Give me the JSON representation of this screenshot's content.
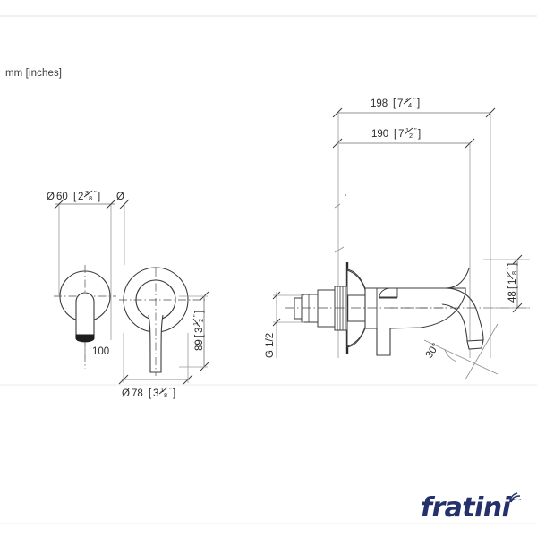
{
  "sheet": {
    "unit_label": "mm [inches]",
    "background_color": "#ffffff",
    "line_color": "#3c3c3c",
    "thin_line_color": "#8d8d8d",
    "text_color": "#2b2b2b"
  },
  "brand": {
    "name": "fratini",
    "color": "#24316a"
  },
  "front_view": {
    "name": "front-view",
    "spout_escutcheon_diameter": {
      "label": "Ø60 [2⅜\"]",
      "metric": "60",
      "prefix": "Ø",
      "imperial_whole": "2",
      "imperial_num": "3",
      "imperial_den": "8",
      "imperial": "2 3/8\""
    },
    "handle_escutcheon_diameter": {
      "label": "Ø78 [3⅛\"]",
      "metric": "78",
      "prefix": "Ø",
      "imperial_whole": "3",
      "imperial_num": "1",
      "imperial_den": "8",
      "imperial": "3 1/8\""
    },
    "diameter_symbol": "Ø",
    "center_distance": {
      "label": "100",
      "metric": "100"
    },
    "vertical_dimension": {
      "label": "89 [3½\"]",
      "metric": "89",
      "imperial_whole": "3",
      "imperial_num": "1",
      "imperial_den": "2",
      "imperial": "3 1/2\""
    }
  },
  "side_view": {
    "name": "side-view",
    "overall_projection": {
      "label": "198 [7¾\"]",
      "metric": "198",
      "imperial_whole": "7",
      "imperial_num": "3",
      "imperial_den": "4",
      "imperial": "7 3/4\""
    },
    "spout_projection": {
      "label": "190 [7½\"]",
      "metric": "190",
      "imperial_whole": "7",
      "imperial_num": "1",
      "imperial_den": "2",
      "imperial": "7 1/2\""
    },
    "outlet_height": {
      "label": "48 [1⅞\"]",
      "metric": "48",
      "imperial_whole": "1",
      "imperial_num": "7",
      "imperial_den": "8",
      "imperial": "1 7/8\""
    },
    "thread_label": "G 1/2",
    "outlet_angle": "30°"
  }
}
